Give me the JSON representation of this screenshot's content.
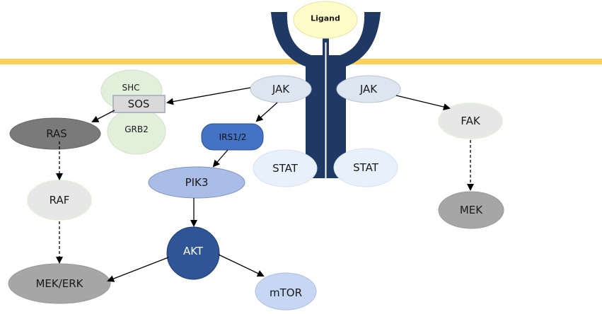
{
  "nodes": {
    "ligand": "Ligand",
    "jak_left": "JAK",
    "jak_right": "JAK",
    "shc": "SHC",
    "sos": "SOS",
    "grb2": "GRB2",
    "ras": "RAS",
    "raf": "RAF",
    "mek_erk": "MEK/ERK",
    "irs": "IRS1/2",
    "pik3": "PIK3",
    "akt": "AKT",
    "mtor": "mTOR",
    "stat_left": "STAT",
    "stat_right": "STAT",
    "fak": "FAK",
    "mek": "MEK"
  },
  "colors": {
    "membrane": "#f9d05a",
    "receptor": "#1f3864",
    "ligand": "#fdfbc8",
    "jak": "#dde5f0",
    "ras": "#7a7a7a",
    "akt": "#2f5597",
    "pik3": "#a9bde6",
    "irs": "#4472c4",
    "mtor": "#c7d7f3"
  }
}
